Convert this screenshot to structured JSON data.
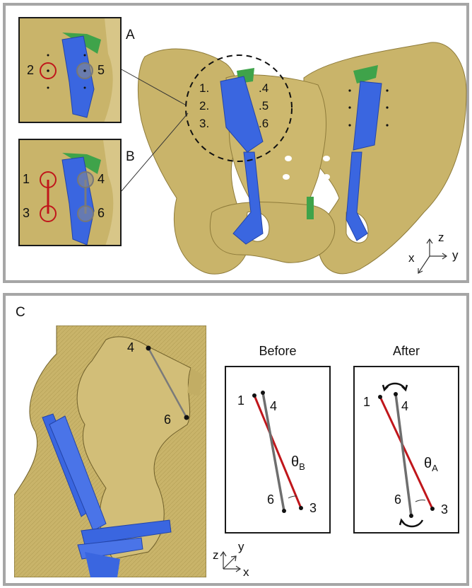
{
  "panel_labels": {
    "a": "A",
    "b": "B",
    "c": "C"
  },
  "inset_a": {
    "left_point": "2",
    "right_point": "5"
  },
  "inset_b": {
    "p1": "1",
    "p3": "3",
    "p4": "4",
    "p6": "6"
  },
  "pelvis_landmarks": {
    "p1": "1.",
    "p2": "2.",
    "p3": "3.",
    "p4": ".4",
    "p5": ".5",
    "p6": ".6"
  },
  "axes_top": {
    "z": "z",
    "x": "x",
    "y": "y"
  },
  "closeup": {
    "p4": "4",
    "p6": "6"
  },
  "before": {
    "title": "Before",
    "p1": "1",
    "p4": "4",
    "p6": "6",
    "p3": "3",
    "angle_symbol": "θ",
    "angle_sub": "B"
  },
  "after": {
    "title": "After",
    "p1": "1",
    "p4": "4",
    "p6": "6",
    "p3": "3",
    "angle_symbol": "θ",
    "angle_sub": "A"
  },
  "axes_bottom": {
    "z": "z",
    "y": "y",
    "x": "x"
  },
  "colors": {
    "bone": "#c9b46a",
    "ligament": "#3a66e0",
    "cartilage": "#3fa34a",
    "red_line": "#c0161b",
    "gray_line": "#7a7a7a",
    "frame": "#a6a6a6"
  }
}
